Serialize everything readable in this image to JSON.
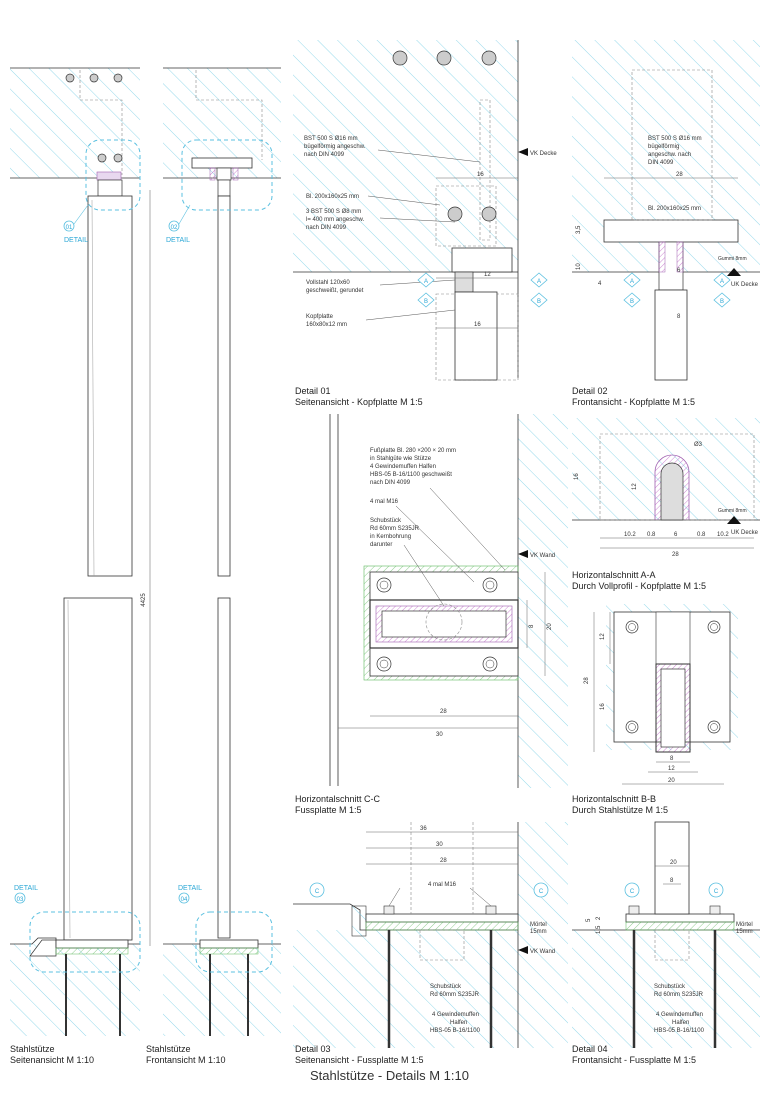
{
  "sheet_title": "Stahlstütze - Details  M 1:10",
  "captions": {
    "c1": [
      "Stahlstütze",
      "Seitenansicht  M 1:10"
    ],
    "c2": [
      "Stahlstütze",
      "Frontansicht  M 1:10"
    ],
    "c3": [
      "Detail 01",
      "Seitenansicht - Kopfplatte  M 1:5"
    ],
    "c4": [
      "Detail 02",
      "Frontansicht - Kopfplatte  M 1:5"
    ],
    "c5": [
      "Horizontalschnitt A-A",
      "Durch Vollprofil - Kopfplatte  M 1:5"
    ],
    "c6": [
      "Horizontalschnitt C-C",
      "Fussplatte  M 1:5"
    ],
    "c7": [
      "Horizontalschnitt B-B",
      "Durch Stahlstütze  M 1:5"
    ],
    "c8": [
      "Detail 03",
      "Seitenansicht - Fussplatte  M 1:5"
    ],
    "c9": [
      "Detail 04",
      "Frontansicht - Fussplatte  M 1:5"
    ]
  },
  "detail_markers": {
    "d01": [
      "01",
      "DETAIL"
    ],
    "d02": [
      "02",
      "DETAIL"
    ],
    "d03": [
      "DETAIL",
      "03"
    ],
    "d04": [
      "DETAIL",
      "04"
    ]
  },
  "height_dim": "4425",
  "labels": {
    "d1_bst1": [
      "BST 500 S Ø16 mm",
      "bügelförmig angeschw.",
      "nach DIN 4099"
    ],
    "d1_bl": "Bl. 200x160x25 mm",
    "d1_bst2": [
      "3 BST 500 S Ø8 mm",
      "l= 400 mm angeschw.",
      "nach DIN 4099"
    ],
    "d1_voll": [
      "Vollstahl 120x60",
      "geschweißt, gerundet"
    ],
    "d1_kopf": [
      "Kopfplatte",
      "160x80x12 mm"
    ],
    "vk_decke": "VK Decke",
    "uk_decke": "UK Decke",
    "vk_wand": "VK Wand",
    "d2_bst": [
      "BST 500 S Ø16 mm",
      "bügelförmig",
      "angeschw. nach",
      "DIN 4099"
    ],
    "d2_bl": "Bl. 200x160x25 mm",
    "gummi": "Gummi 8mm",
    "cc_fuss": [
      "Fußplatte Bl. 280 ×200 × 20 mm",
      "in Stahlgüte wie Stütze",
      "4 Gewindemuffen Halfen",
      "HBS-05 B-16/1100 geschweißt",
      "nach DIN 4099"
    ],
    "cc_m16": "4 mal M16",
    "cc_schub": [
      "Schubstück",
      "Rd 60mm S235JR",
      "in Kernbohrung",
      "darunter"
    ],
    "mortel": [
      "Mörtel",
      "15mm"
    ],
    "d3_schub": [
      "Schubstück",
      "Rd 60mm S235JR"
    ],
    "d3_gew": [
      "4 Gewindemuffen",
      "Halfen",
      "HBS-05 B-16/1100"
    ],
    "d4_schub": [
      "Schubstück",
      "Rd 60mm S235JR"
    ],
    "d4_gew": [
      "4 Gewindemuffen",
      "Halfen",
      "HBS-05 B-16/1100"
    ]
  },
  "section_marks": [
    "A",
    "B",
    "C"
  ],
  "dims": {
    "d1": [
      "16",
      "12",
      "16"
    ],
    "d2": [
      "28",
      "3,5",
      "10",
      "4",
      "6",
      "8"
    ],
    "aa": [
      "Ø3",
      "16",
      "12",
      "10.2",
      "0.8",
      "6",
      "0.8",
      "10.2",
      "28"
    ],
    "cc": [
      "28",
      "30",
      "8",
      "20"
    ],
    "bb": [
      "12",
      "28",
      "16",
      "8",
      "12",
      "20"
    ],
    "d3": [
      "36",
      "30",
      "28"
    ],
    "d4": [
      "20",
      "8",
      "5",
      "1,5",
      "2"
    ]
  }
}
